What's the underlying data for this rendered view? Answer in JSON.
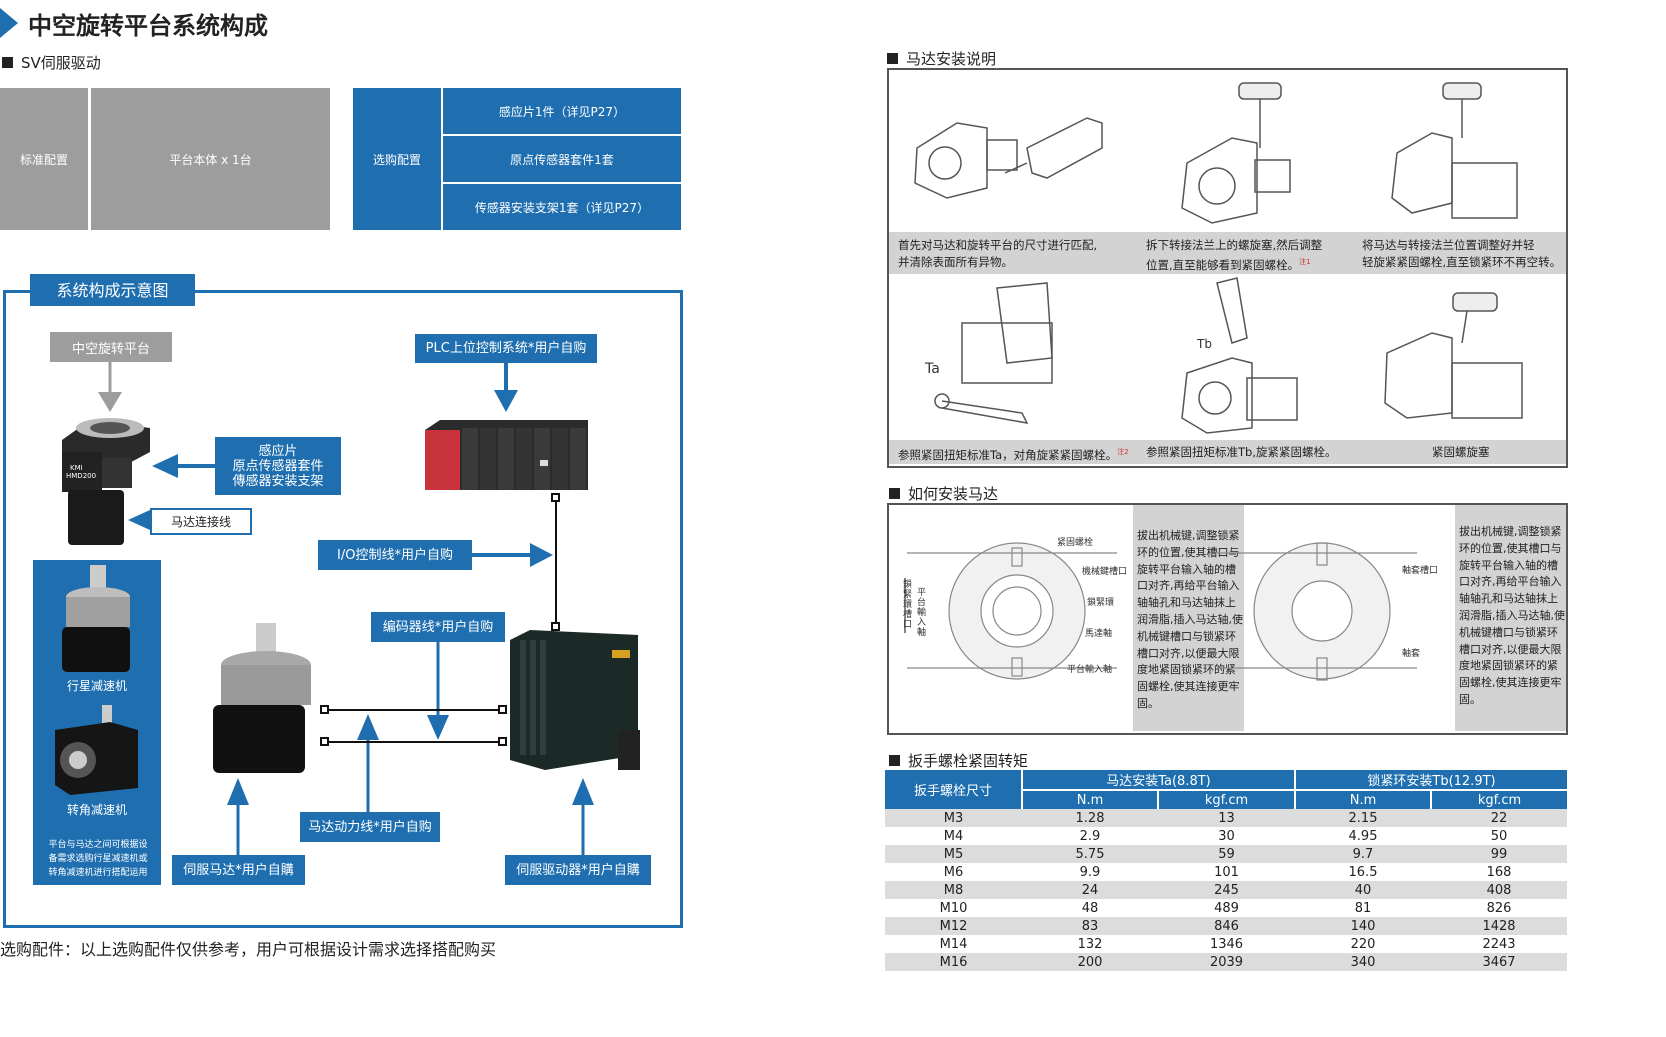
{
  "header": {
    "title": "中空旋转平台系统构成"
  },
  "sv_section": {
    "label": "SV伺服驱动",
    "standard_label": "标准配置",
    "standard_item": "平台本体 x 1台",
    "optional_label": "选购配置",
    "optional_items": [
      "感应片1件（详见P27）",
      "原点传感器套件1套",
      "传感器安装支架1套（详见P27）"
    ]
  },
  "diagram": {
    "title": "系统构成示意图",
    "platform_label": "中空旋转平台",
    "plc_label": "PLC上位控制系统*用户自购",
    "sensor_label": [
      "感应片",
      "原点传感器套件",
      "傳感器安装支架"
    ],
    "motor_cable_label": "马达连接线",
    "io_label": "I/O控制线*用户自购",
    "encoder_label": "编码器线*用户自购",
    "power_label": "马达动力线*用户自购",
    "servo_motor_label": "伺服马达*用户自購",
    "servo_driver_label": "伺服驱动器*用户自購",
    "planetary_label": "行星减速机",
    "right_angle_label": "转角减速机",
    "reducer_note": [
      "平台与马达之间可根据设",
      "备需求选购行星减速机或",
      "转角减速机进行搭配运用"
    ],
    "device_text": "KMI\nHMD200"
  },
  "footer_note": "选购配件：以上选购配件仅供参考，用户可根据设计需求选择搭配购买",
  "motor_install": {
    "title": "马达安装说明",
    "captions_top": [
      [
        "首先对马达和旋转平台的尺寸进行匹配,",
        "并清除表面所有异物。"
      ],
      [
        "拆下转接法兰上的螺旋塞,然后调整",
        "位置,直至能够看到紧固螺栓。"
      ],
      [
        "将马达与转接法兰位置调整好并轻",
        "轻旋紧紧固螺栓,直至锁紧环不再空转。"
      ]
    ],
    "captions_bottom": [
      "参照紧固扭矩标准Ta，对角旋紧紧固螺栓。",
      "参照紧固扭矩标准Tb,旋紧紧固螺栓。",
      "紧固螺旋塞"
    ],
    "ta_label": "Ta",
    "tb_label": "Tb",
    "note_mark": "注1",
    "note_mark2": "注2"
  },
  "how_install": {
    "title": "如何安装马达",
    "left_labels": [
      "紧固螺栓",
      "機械鍵槽口",
      "鎖緊環",
      "馬達軸",
      "平台輸入軸"
    ],
    "left_vertical": "平台輸入軸",
    "left_vertical2": "鎖緊環槽口",
    "right_labels": [
      "軸套槽口",
      "軸套"
    ],
    "text_block": "拔出机械键,调整锁紧环的位置,使其槽口与旋转平台输入轴的槽口对齐,再给平台输入轴轴孔和马达轴抹上润滑脂,插入马达轴,使机械键槽口与锁紧环槽口对齐,以便最大限度地紧固锁紧环的紧固螺栓,使其连接更牢固。"
  },
  "torque": {
    "title": "扳手螺栓紧固转矩",
    "col_size": "扳手螺栓尺寸",
    "group_motor": "马达安装Ta(8.8T)",
    "group_lock": "锁紧环安装Tb(12.9T)",
    "sub": [
      "N.m",
      "kgf.cm",
      "N.m",
      "kgf.cm"
    ],
    "rows": [
      [
        "M3",
        "1.28",
        "13",
        "2.15",
        "22"
      ],
      [
        "M4",
        "2.9",
        "30",
        "4.95",
        "50"
      ],
      [
        "M5",
        "5.75",
        "59",
        "9.7",
        "99"
      ],
      [
        "M6",
        "9.9",
        "101",
        "16.5",
        "168"
      ],
      [
        "M8",
        "24",
        "245",
        "40",
        "408"
      ],
      [
        "M10",
        "48",
        "489",
        "81",
        "826"
      ],
      [
        "M12",
        "83",
        "846",
        "140",
        "1428"
      ],
      [
        "M14",
        "132",
        "1346",
        "220",
        "2243"
      ],
      [
        "M16",
        "200",
        "2039",
        "340",
        "3467"
      ]
    ]
  },
  "colors": {
    "accent": "#1f6fb0",
    "gray": "#9d9d9d"
  }
}
